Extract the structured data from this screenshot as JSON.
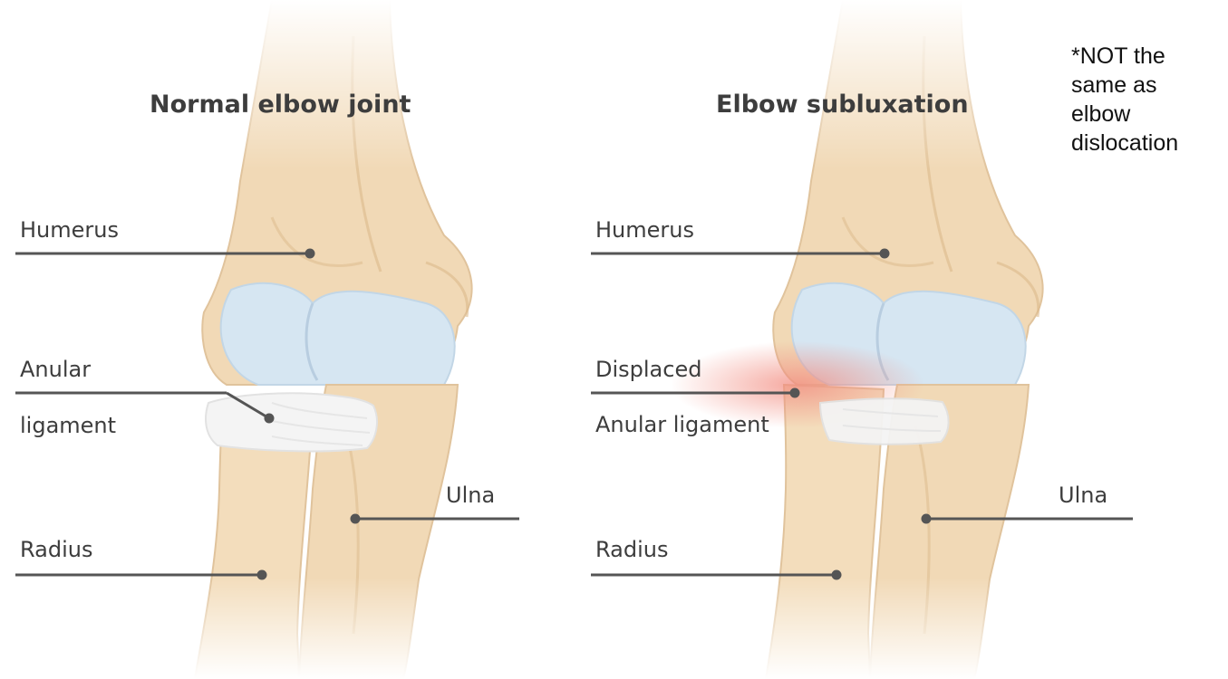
{
  "left_panel": {
    "title": "Normal elbow joint",
    "labels": {
      "humerus": "Humerus",
      "anular_1": "Anular",
      "anular_2": "ligament",
      "radius": "Radius",
      "ulna": "Ulna"
    }
  },
  "right_panel": {
    "title": "Elbow subluxation",
    "labels": {
      "humerus": "Humerus",
      "displaced_1": "Displaced",
      "displaced_2": "Anular ligament",
      "radius": "Radius",
      "ulna": "Ulna"
    }
  },
  "note": {
    "lines": [
      "*NOT the",
      "same as",
      "elbow",
      "dislocation"
    ]
  },
  "colors": {
    "bone": "#f1d9b6",
    "bone_shadow": "#dcb98a",
    "cartilage": "#d6e6f2",
    "ligament": "#f4f4f4",
    "inflammation": "#f28a7e",
    "leader_line": "#555555",
    "label_text": "#3d3d3d"
  }
}
